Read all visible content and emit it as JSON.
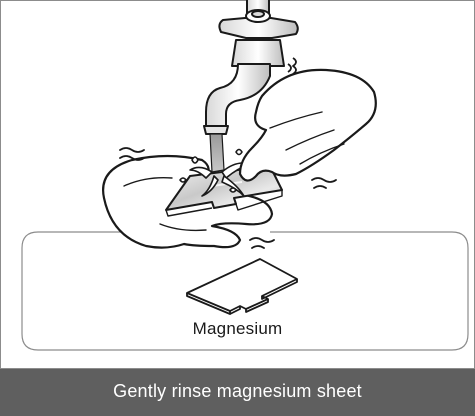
{
  "instruction": {
    "part_label": "Magnesium",
    "caption": "Gently rinse magnesium sheet"
  },
  "illustration": {
    "depicts": [
      "faucet",
      "water-stream",
      "water-splash",
      "left-hand",
      "right-hand",
      "magnesium-sheet",
      "inset-magnesium-sheet"
    ]
  },
  "colors": {
    "caption_bar": "#5f5f5f",
    "caption_text": "#ffffff",
    "line_art": "#1a1a1a",
    "frame_border": "#8c8c8c"
  }
}
